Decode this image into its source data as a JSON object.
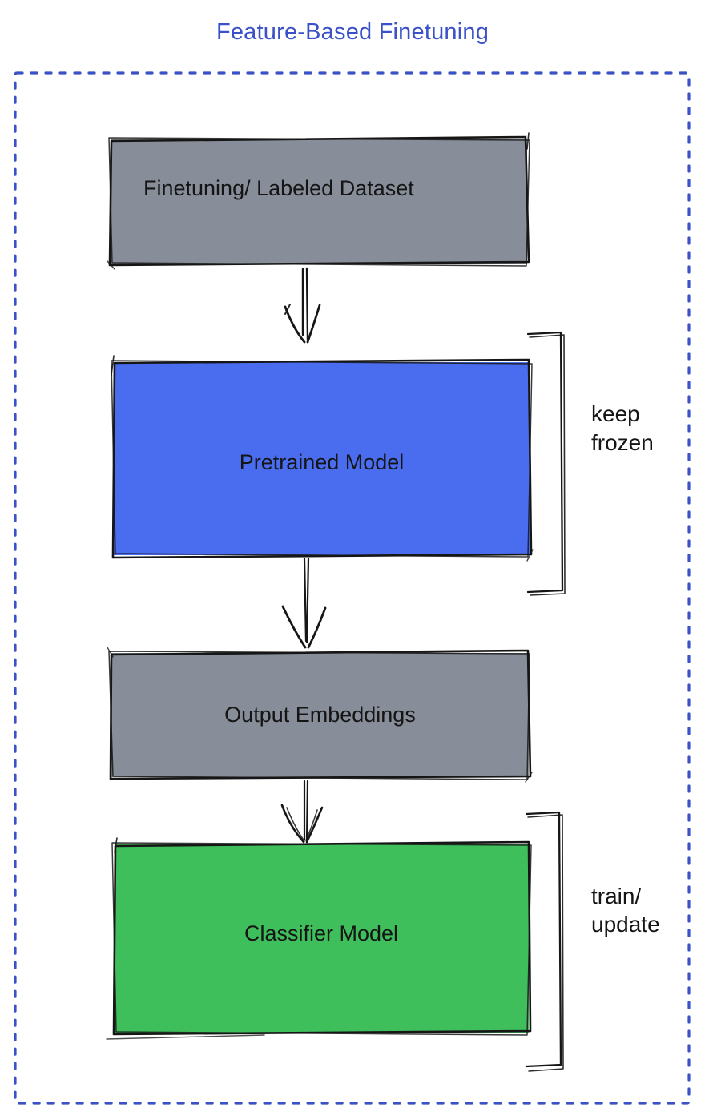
{
  "title": "Feature-Based Finetuning",
  "colors": {
    "title_blue": "#3b51c8",
    "frame_blue": "#3b51c8",
    "node_gray": "#878e99",
    "node_blue": "#4a6df0",
    "node_green": "#3fbe5c",
    "ink": "#151515"
  },
  "nodes": [
    {
      "id": "finetuning-dataset",
      "label": "Finetuning/ Labeled Dataset",
      "fill": "#878e99"
    },
    {
      "id": "pretrained-model",
      "label": "Pretrained Model",
      "fill": "#4a6df0"
    },
    {
      "id": "output-embeddings",
      "label": "Output Embeddings",
      "fill": "#878e99"
    },
    {
      "id": "classifier-model",
      "label": "Classifier Model",
      "fill": "#3fbe5c"
    }
  ],
  "annotations": [
    {
      "target": "pretrained-model",
      "label": "keep\nfrozen"
    },
    {
      "target": "classifier-model",
      "label": "train/\nupdate"
    }
  ],
  "edges": [
    {
      "from": "finetuning-dataset",
      "to": "pretrained-model"
    },
    {
      "from": "pretrained-model",
      "to": "output-embeddings"
    },
    {
      "from": "output-embeddings",
      "to": "classifier-model"
    }
  ]
}
